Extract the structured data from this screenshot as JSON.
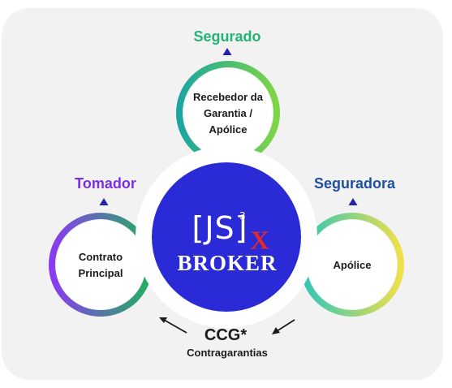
{
  "roles": {
    "segurado": {
      "label": "Segurado",
      "color": "#22b573"
    },
    "tomador": {
      "label": "Tomador",
      "color": "#7a2fe0"
    },
    "seguradora": {
      "label": "Seguradora",
      "color": "#1f4fa0"
    }
  },
  "circles": {
    "top": {
      "lines": [
        "Recebedor da",
        "Garantia /",
        "Apólice"
      ]
    },
    "left": {
      "lines": [
        "Contrato",
        "Principal"
      ]
    },
    "right": {
      "lines": [
        "Apólice"
      ]
    }
  },
  "center_logo": {
    "js": "[JS]",
    "superscript": "3",
    "x": "X",
    "broker": "BROKER",
    "background": "#2a2ad6",
    "x_color": "#e02b2b"
  },
  "footer": {
    "ccg": "CCG*",
    "subtitle": "Contragarantias"
  },
  "colors": {
    "triangle": "#2222aa",
    "arrow": "#1a1a1a"
  }
}
